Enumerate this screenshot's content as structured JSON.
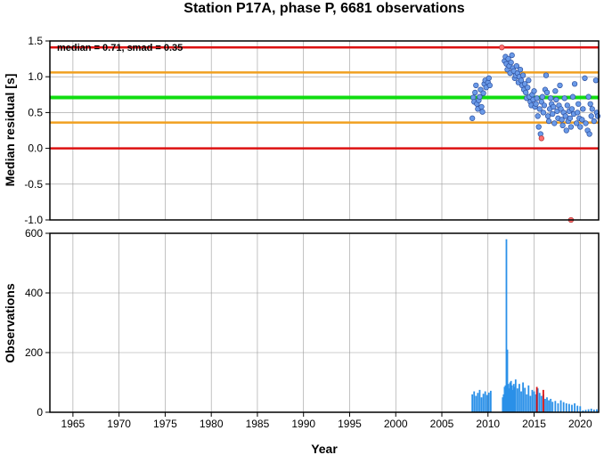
{
  "chart_data": [
    {
      "type": "scatter",
      "title": "Station P17A, phase P, 6681 observations",
      "xlabel": "",
      "ylabel": "Median residual [s]",
      "xlim": [
        1962.5,
        2022
      ],
      "ylim": [
        -1.0,
        1.5
      ],
      "grid": true,
      "annotation": "median = 0.71, smad = 0.35",
      "yticks": [
        "1.5",
        "1.0",
        "0.5",
        "0.0",
        "-0.5",
        "-1.0"
      ],
      "reference_lines": [
        {
          "y": 1.41,
          "color": "#dd1111"
        },
        {
          "y": 1.06,
          "color": "#f0a020"
        },
        {
          "y": 0.71,
          "color": "#11dd11"
        },
        {
          "y": 0.36,
          "color": "#f0a020"
        },
        {
          "y": 0.0,
          "color": "#dd1111"
        }
      ],
      "series": [
        {
          "color": "#6a9ae8",
          "points": [
            [
              2008.3,
              0.42
            ],
            [
              2008.4,
              0.71
            ],
            [
              2008.5,
              0.65
            ],
            [
              2008.6,
              0.78
            ],
            [
              2008.7,
              0.88
            ],
            [
              2008.8,
              0.62
            ],
            [
              2008.9,
              0.55
            ],
            [
              2009.0,
              0.67
            ],
            [
              2009.1,
              0.72
            ],
            [
              2009.2,
              0.82
            ],
            [
              2009.3,
              0.58
            ],
            [
              2009.4,
              0.51
            ],
            [
              2009.5,
              0.77
            ],
            [
              2009.6,
              0.9
            ],
            [
              2009.7,
              0.95
            ],
            [
              2009.8,
              0.85
            ],
            [
              2010.0,
              0.92
            ],
            [
              2010.1,
              0.98
            ],
            [
              2010.2,
              0.88
            ],
            [
              2011.8,
              1.22
            ],
            [
              2011.9,
              1.28
            ],
            [
              2012.0,
              1.18
            ],
            [
              2012.1,
              1.1
            ],
            [
              2012.2,
              1.25
            ],
            [
              2012.3,
              1.15
            ],
            [
              2012.4,
              1.05
            ],
            [
              2012.5,
              1.2
            ],
            [
              2012.6,
              1.3
            ],
            [
              2012.7,
              1.12
            ],
            [
              2012.8,
              1.08
            ],
            [
              2012.9,
              0.98
            ],
            [
              2013.0,
              1.02
            ],
            [
              2013.1,
              1.15
            ],
            [
              2013.2,
              1.05
            ],
            [
              2013.3,
              0.92
            ],
            [
              2013.4,
              1.0
            ],
            [
              2013.5,
              1.1
            ],
            [
              2013.6,
              0.95
            ],
            [
              2013.7,
              0.88
            ],
            [
              2013.8,
              1.02
            ],
            [
              2013.9,
              0.82
            ],
            [
              2014.0,
              0.9
            ],
            [
              2014.1,
              0.78
            ],
            [
              2014.2,
              0.7
            ],
            [
              2014.3,
              0.85
            ],
            [
              2014.4,
              0.95
            ],
            [
              2014.5,
              0.72
            ],
            [
              2014.6,
              0.65
            ],
            [
              2014.7,
              0.6
            ],
            [
              2014.8,
              0.75
            ],
            [
              2014.9,
              0.68
            ],
            [
              2015.0,
              0.8
            ],
            [
              2015.1,
              0.58
            ],
            [
              2015.2,
              0.62
            ],
            [
              2015.3,
              0.7
            ],
            [
              2015.4,
              0.45
            ],
            [
              2015.5,
              0.3
            ],
            [
              2015.6,
              0.55
            ],
            [
              2015.7,
              0.2
            ],
            [
              2015.8,
              0.65
            ],
            [
              2015.9,
              0.72
            ],
            [
              2016.0,
              0.5
            ],
            [
              2016.1,
              0.6
            ],
            [
              2016.2,
              0.82
            ],
            [
              2016.3,
              1.02
            ],
            [
              2016.4,
              0.78
            ],
            [
              2016.5,
              0.45
            ],
            [
              2016.6,
              0.38
            ],
            [
              2016.7,
              0.55
            ],
            [
              2016.8,
              0.7
            ],
            [
              2016.9,
              0.62
            ],
            [
              2017.0,
              0.48
            ],
            [
              2017.1,
              0.58
            ],
            [
              2017.2,
              0.35
            ],
            [
              2017.3,
              0.8
            ],
            [
              2017.4,
              0.68
            ],
            [
              2017.5,
              0.52
            ],
            [
              2017.6,
              0.42
            ],
            [
              2017.7,
              0.6
            ],
            [
              2017.8,
              0.88
            ],
            [
              2017.9,
              0.55
            ],
            [
              2018.0,
              0.4
            ],
            [
              2018.1,
              0.32
            ],
            [
              2018.2,
              0.5
            ],
            [
              2018.3,
              0.7
            ],
            [
              2018.4,
              0.45
            ],
            [
              2018.5,
              0.25
            ],
            [
              2018.6,
              0.6
            ],
            [
              2018.7,
              0.38
            ],
            [
              2018.8,
              0.52
            ],
            [
              2018.9,
              0.42
            ],
            [
              2019.0,
              0.3
            ],
            [
              2019.1,
              0.55
            ],
            [
              2019.2,
              0.72
            ],
            [
              2019.3,
              0.48
            ],
            [
              2019.4,
              0.9
            ],
            [
              2019.6,
              0.35
            ],
            [
              2019.7,
              0.5
            ],
            [
              2019.8,
              0.62
            ],
            [
              2019.9,
              0.42
            ],
            [
              2020.0,
              0.3
            ],
            [
              2020.2,
              0.4
            ],
            [
              2020.3,
              0.55
            ],
            [
              2020.5,
              0.98
            ],
            [
              2020.6,
              0.35
            ],
            [
              2020.8,
              0.25
            ],
            [
              2020.9,
              0.72
            ],
            [
              2021.0,
              0.2
            ],
            [
              2021.1,
              0.62
            ],
            [
              2021.2,
              0.45
            ],
            [
              2021.3,
              0.55
            ],
            [
              2021.5,
              0.38
            ],
            [
              2021.7,
              0.95
            ],
            [
              2021.8,
              0.5
            ],
            [
              2021.9,
              0.45
            ]
          ]
        },
        {
          "color": "#ff6e6e",
          "points": [
            [
              2011.5,
              1.41
            ],
            [
              2015.8,
              0.14
            ],
            [
              2019.0,
              -1.0
            ]
          ]
        }
      ]
    },
    {
      "type": "bar",
      "xlabel": "Year",
      "ylabel": "Observations",
      "xlim": [
        1962.5,
        2022
      ],
      "ylim": [
        0,
        600
      ],
      "grid": true,
      "yticks": [
        "600",
        "400",
        "200",
        "0"
      ],
      "xticks": [
        "1965",
        "1970",
        "1975",
        "1980",
        "1985",
        "1990",
        "1995",
        "2000",
        "2005",
        "2010",
        "2015",
        "2020"
      ],
      "series": [
        {
          "color": "#2a90e8",
          "x": [
            2008.3,
            2008.5,
            2008.7,
            2008.9,
            2009.1,
            2009.3,
            2009.5,
            2009.7,
            2009.9,
            2010.1,
            2010.3,
            2011.6,
            2011.7,
            2011.8,
            2011.9,
            2012.0,
            2012.1,
            2012.2,
            2012.3,
            2012.4,
            2012.5,
            2012.6,
            2012.7,
            2012.8,
            2012.9,
            2013.0,
            2013.2,
            2013.4,
            2013.6,
            2013.8,
            2014.0,
            2014.2,
            2014.4,
            2014.6,
            2014.8,
            2015.0,
            2015.2,
            2015.4,
            2015.6,
            2015.8,
            2016.0,
            2016.2,
            2016.4,
            2016.6,
            2016.8,
            2017.0,
            2017.3,
            2017.6,
            2017.9,
            2018.2,
            2018.5,
            2018.8,
            2019.1,
            2019.4,
            2019.7,
            2020.0,
            2020.3,
            2020.6,
            2020.9,
            2021.2,
            2021.5,
            2021.8
          ],
          "values": [
            60,
            70,
            55,
            65,
            75,
            50,
            62,
            70,
            58,
            66,
            72,
            50,
            60,
            85,
            90,
            580,
            210,
            95,
            80,
            100,
            105,
            90,
            75,
            95,
            85,
            110,
            80,
            95,
            70,
            100,
            82,
            60,
            90,
            55,
            75,
            70,
            60,
            80,
            65,
            55,
            60,
            45,
            50,
            40,
            45,
            35,
            38,
            30,
            40,
            34,
            30,
            28,
            25,
            30,
            22,
            20,
            6,
            8,
            10,
            12,
            9,
            10
          ]
        },
        {
          "color": "#dd1111",
          "x": [
            2015.3,
            2016.0
          ],
          "values": [
            85,
            75
          ]
        }
      ]
    }
  ]
}
